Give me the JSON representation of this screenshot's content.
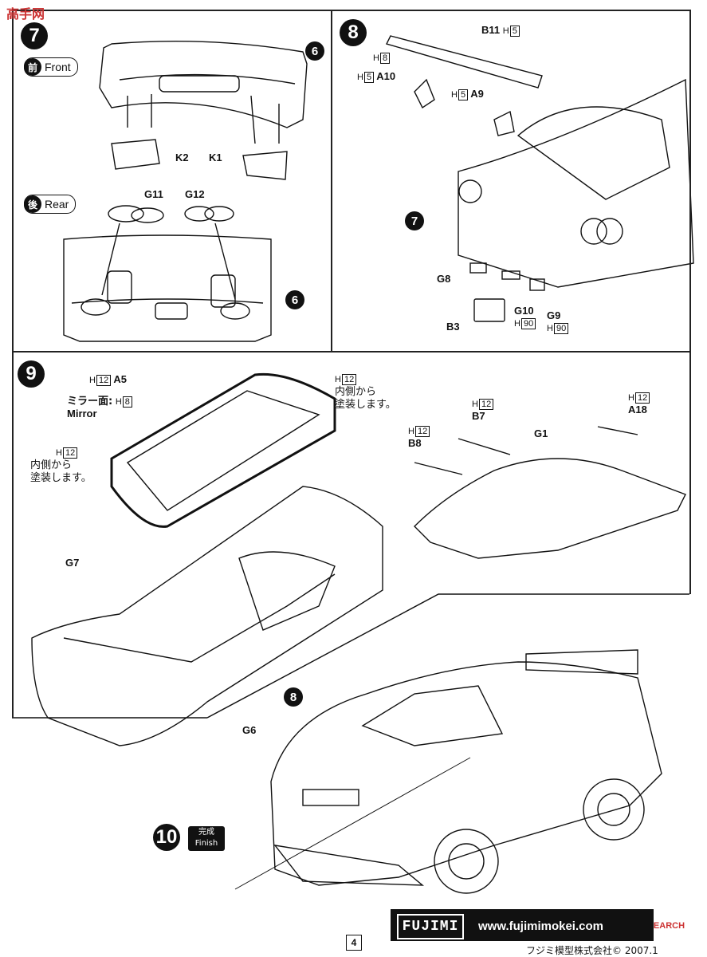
{
  "watermark_top": "高手网",
  "watermark_bottom": "HOBBY SEARCH",
  "steps": {
    "s7": "7",
    "s8": "8",
    "s9": "9",
    "s10": "10"
  },
  "front_label": {
    "kanji": "前",
    "text": "Front"
  },
  "rear_label": {
    "kanji": "後",
    "text": "Rear"
  },
  "refs": {
    "r6a": "6",
    "r6b": "6",
    "r7": "7",
    "r8": "8"
  },
  "parts": {
    "k2": "K2",
    "k1": "K1",
    "g11": "G11",
    "g12": "G12",
    "b11": "B11",
    "a10": "A10",
    "a9": "A9",
    "g8": "G8",
    "g10": "G10",
    "g9": "G9",
    "b3": "B3",
    "a5": "A5",
    "mirror": "Mirror",
    "g7": "G7",
    "g6": "G6",
    "b8": "B8",
    "b7": "B7",
    "g1": "G1",
    "a18": "A18"
  },
  "paint": {
    "h": "H",
    "n5": "5",
    "n8": "8",
    "n90": "90",
    "n12": "12"
  },
  "notes": {
    "mirror_jp": "ミラー面:",
    "inside_1": "内側から",
    "inside_2": "塗装します。"
  },
  "finish": {
    "jp": "完成",
    "en": "Finish"
  },
  "footer": {
    "brand": "FUJIMI",
    "url": "www.fujimimokei.com",
    "page": "4",
    "copyright": "フジミ模型株式会社© 2007.1"
  }
}
